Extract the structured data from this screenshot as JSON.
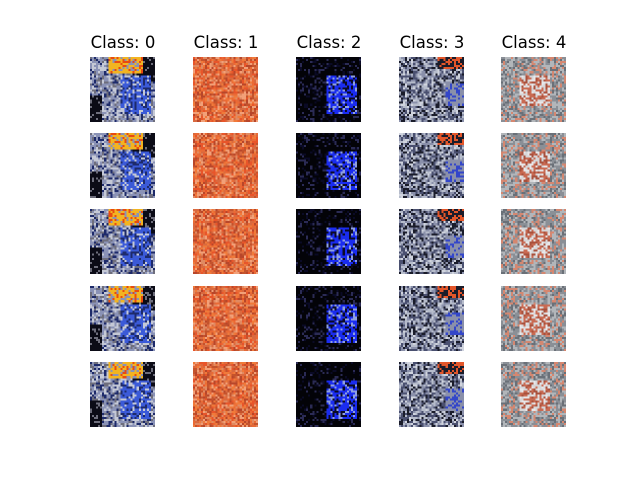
{
  "columns": [
    {
      "title": "Class: 0",
      "palette": [
        "#0b0b16",
        "#1d2a6a",
        "#3b5ad8",
        "#8a92b6",
        "#c5c9d6",
        "#f2b421",
        "#e84a10",
        "#6e6e7c"
      ]
    },
    {
      "title": "Class: 1",
      "palette": [
        "#e8552a",
        "#d9693f",
        "#f07a3a",
        "#c4532c",
        "#e08a62",
        "#f2a078",
        "#b8462a",
        "#ea6a35"
      ]
    },
    {
      "title": "Class: 2",
      "palette": [
        "#030308",
        "#0a0a25",
        "#1a2cf0",
        "#3f5cff",
        "#8fa0e0",
        "#2b2b55",
        "#c0c4d8",
        "#0d1a8a"
      ]
    },
    {
      "title": "Class: 3",
      "palette": [
        "#1a1c2a",
        "#4a5070",
        "#8a90aa",
        "#b6bccb",
        "#d0d4de",
        "#e3562a",
        "#3346c9",
        "#686c80"
      ]
    },
    {
      "title": "Class: 4",
      "palette": [
        "#8a8f96",
        "#b2b6ba",
        "#d6d6d8",
        "#c96a52",
        "#a8503c",
        "#e8e8ea",
        "#6a7078",
        "#d58770"
      ]
    }
  ],
  "rows": 5
}
